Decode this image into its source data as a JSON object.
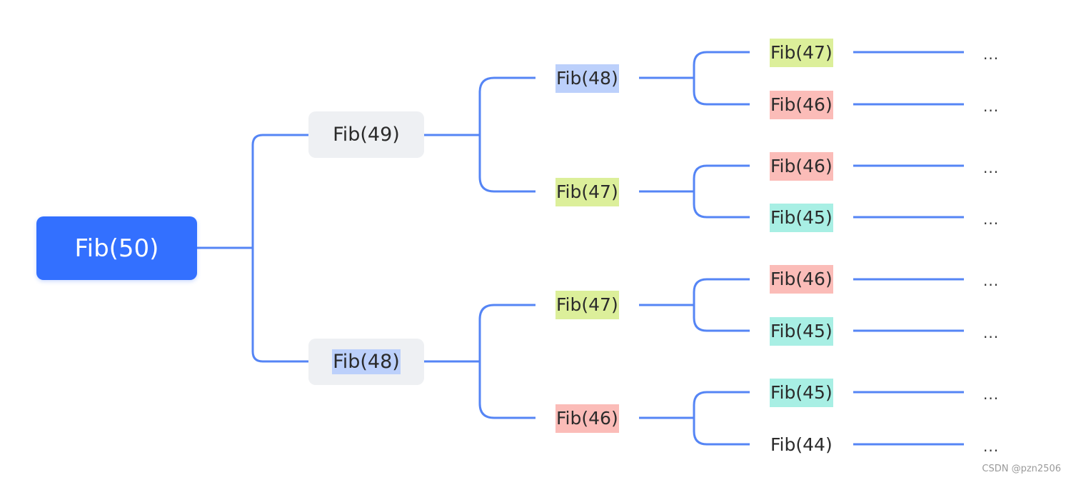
{
  "colors": {
    "root_bg": "#3370ff",
    "line": "#5585f5",
    "level1_bg": "#eef0f3",
    "blue_hl": "#bcd0fb",
    "green_hl": "#dcef9a",
    "red_hl": "#fbbcb8",
    "teal_hl": "#a8efe4"
  },
  "tree": {
    "root": "Fib(50)",
    "level1": [
      {
        "label": "Fib(49)",
        "highlight": "none"
      },
      {
        "label": "Fib(48)",
        "highlight": "blue"
      }
    ],
    "level2": [
      {
        "label": "Fib(48)",
        "highlight": "blue"
      },
      {
        "label": "Fib(47)",
        "highlight": "green"
      },
      {
        "label": "Fib(47)",
        "highlight": "green"
      },
      {
        "label": "Fib(46)",
        "highlight": "red"
      }
    ],
    "level3": [
      {
        "label": "Fib(47)",
        "highlight": "green"
      },
      {
        "label": "Fib(46)",
        "highlight": "red"
      },
      {
        "label": "Fib(46)",
        "highlight": "red"
      },
      {
        "label": "Fib(45)",
        "highlight": "teal"
      },
      {
        "label": "Fib(46)",
        "highlight": "red"
      },
      {
        "label": "Fib(45)",
        "highlight": "teal"
      },
      {
        "label": "Fib(45)",
        "highlight": "teal"
      },
      {
        "label": "Fib(44)",
        "highlight": "none"
      }
    ],
    "continuation": "..."
  },
  "watermark": "CSDN @pzn2506"
}
